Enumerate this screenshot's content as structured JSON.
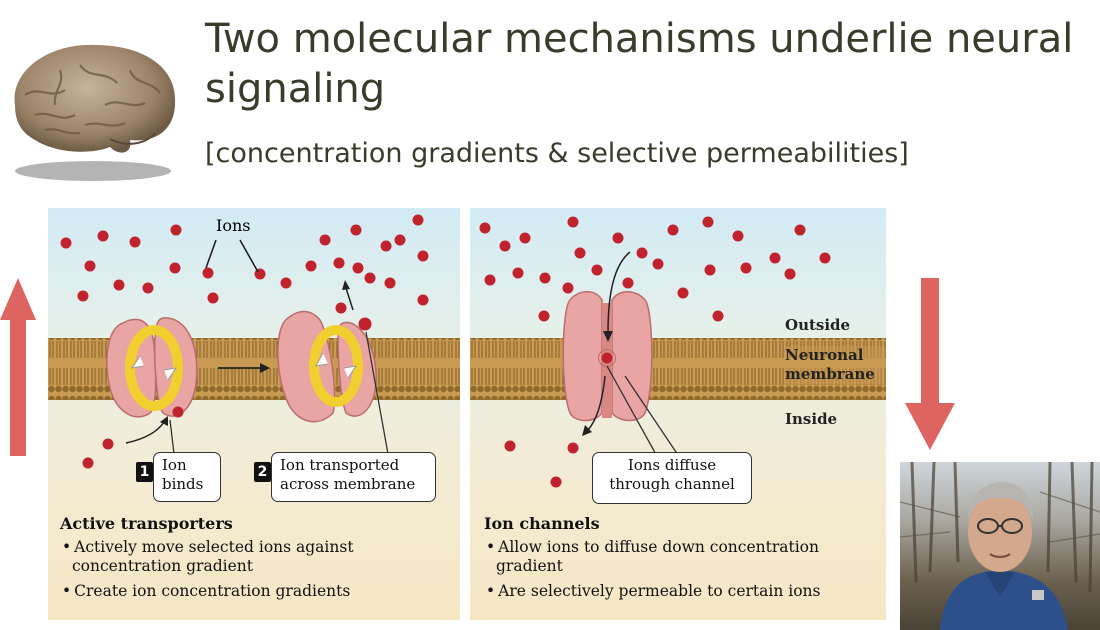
{
  "slide": {
    "title": "Two molecular mechanisms underlie neural signaling",
    "subtitle": "[concentration gradients & selective permeabilities]"
  },
  "left_panel": {
    "ions_label": "Ions",
    "step1_num": "1",
    "step1_label": "Ion binds",
    "step2_num": "2",
    "step2_label": "Ion transported across membrane",
    "heading": "Active transporters",
    "bullets": [
      "Actively move selected ions against concentration gradient",
      "Create ion concentration gradients"
    ]
  },
  "right_panel": {
    "outside_label": "Outside",
    "membrane_label": "Neuronal membrane",
    "inside_label": "Inside",
    "channel_label": "Ions diffuse through channel",
    "heading": "Ion channels",
    "bullets": [
      "Allow ions to diffuse down concentration gradient",
      "Are selectively permeable to certain ions"
    ]
  },
  "colors": {
    "arrow": "#d9534f",
    "ion": "#c0232e",
    "protein": "#e9a5a3",
    "membrane": "#a88344"
  },
  "icons": [
    "brain-image",
    "up-arrow",
    "down-arrow",
    "presenter-video"
  ]
}
